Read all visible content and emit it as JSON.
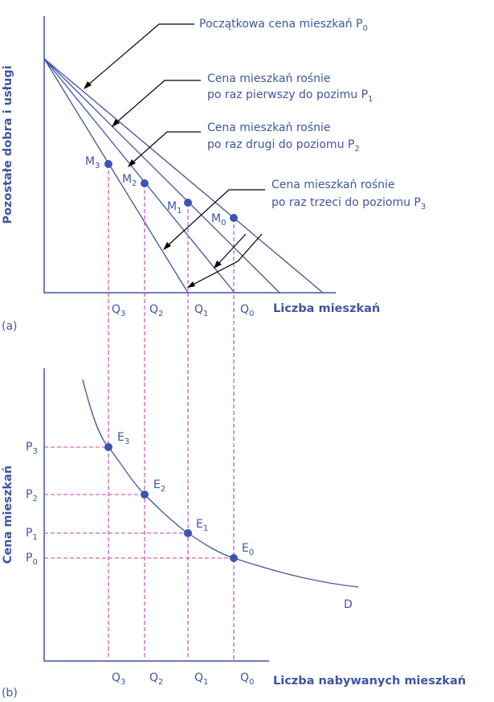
{
  "panel_a": {
    "tag": "(a)",
    "ylabel": "Pozostałe dobra i usługi",
    "xlabel": "Liczba mieszkań",
    "q_ticks": [
      {
        "base": "Q",
        "sub": "3"
      },
      {
        "base": "Q",
        "sub": "2"
      },
      {
        "base": "Q",
        "sub": "1"
      },
      {
        "base": "Q",
        "sub": "0"
      }
    ],
    "points": [
      {
        "base": "M",
        "sub": "3"
      },
      {
        "base": "M",
        "sub": "2"
      },
      {
        "base": "M",
        "sub": "1"
      },
      {
        "base": "M",
        "sub": "0"
      }
    ],
    "annotations": [
      {
        "line1": "Początkowa cena mieszkań P",
        "sub": "0",
        "line2": ""
      },
      {
        "line1": "Cena mieszkań rośnie",
        "line2": "po raz pierwszy do pozimu P",
        "sub": "1"
      },
      {
        "line1": "Cena mieszkań rośnie",
        "line2": "po raz drugi do poziomu P",
        "sub": "2"
      },
      {
        "line1": "Cena mieszkań rośnie",
        "line2": "po raz trzeci do poziomu P",
        "sub": "3"
      }
    ]
  },
  "panel_b": {
    "tag": "(b)",
    "ylabel": "Cena mieszkań",
    "xlabel": "Liczba nabywanych mieszkań",
    "curve_label": "D",
    "q_ticks": [
      {
        "base": "Q",
        "sub": "3"
      },
      {
        "base": "Q",
        "sub": "2"
      },
      {
        "base": "Q",
        "sub": "1"
      },
      {
        "base": "Q",
        "sub": "0"
      }
    ],
    "p_ticks": [
      {
        "base": "P",
        "sub": "3"
      },
      {
        "base": "P",
        "sub": "2"
      },
      {
        "base": "P",
        "sub": "1"
      },
      {
        "base": "P",
        "sub": "0"
      }
    ],
    "points": [
      {
        "base": "E",
        "sub": "3"
      },
      {
        "base": "E",
        "sub": "2"
      },
      {
        "base": "E",
        "sub": "1"
      },
      {
        "base": "E",
        "sub": "0"
      }
    ]
  },
  "colors": {
    "ink": "#3f55a0",
    "point": "#3a55b0",
    "dashed": "#c43fb4",
    "arrow": "#000000"
  }
}
